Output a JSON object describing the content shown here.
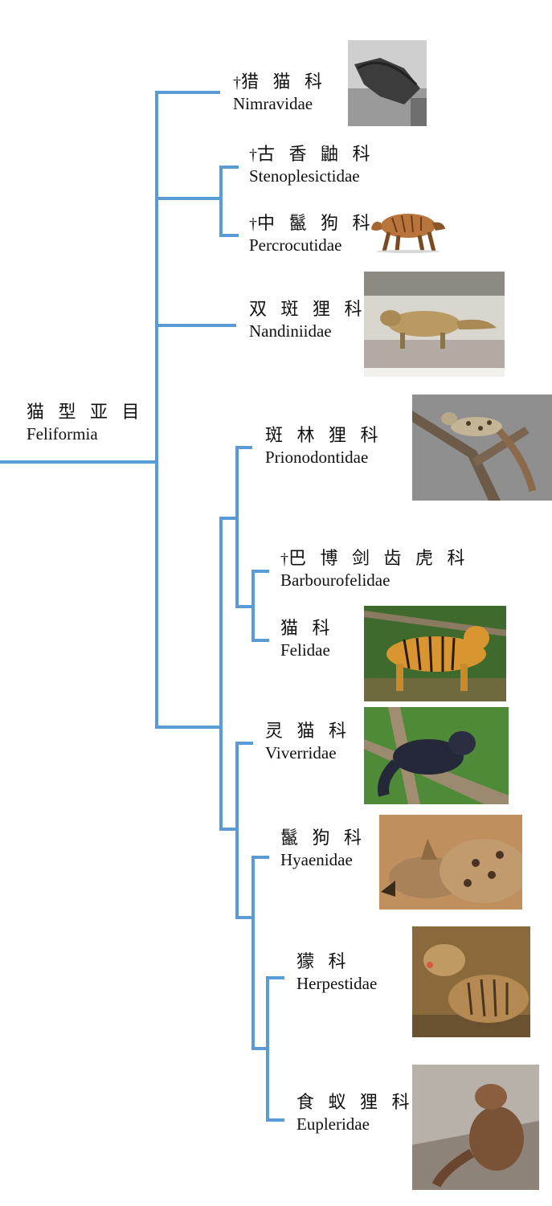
{
  "colors": {
    "branch": "#5b9bd5"
  },
  "root": {
    "zh": "猫 型 亚 目",
    "en": "Feliformia"
  },
  "taxa": [
    {
      "id": "nimravidae",
      "dagger": "†",
      "zh": "猎 猫 科",
      "en": "Nimravidae",
      "photo": "nimravid-skeleton-photo"
    },
    {
      "id": "stenoplesictidae",
      "dagger": "†",
      "zh": "古 香 鼬 科",
      "en": "Stenoplesictidae"
    },
    {
      "id": "percrocutidae",
      "dagger": "†",
      "zh": "中 鬣 狗 科",
      "en": "Percrocutidae",
      "photo": "percrocutid-illustration"
    },
    {
      "id": "nandiniidae",
      "dagger": "",
      "zh": "双 斑 狸 科",
      "en": "Nandiniidae",
      "photo": "african-palm-civet-photo"
    },
    {
      "id": "prionodontidae",
      "dagger": "",
      "zh": "斑 林 狸 科",
      "en": "Prionodontidae",
      "photo": "linsang-photo"
    },
    {
      "id": "barbourofelidae",
      "dagger": "†",
      "zh": "巴 博 剑 齿 虎 科",
      "en": "Barbourofelidae"
    },
    {
      "id": "felidae",
      "dagger": "",
      "zh": "猫 科",
      "en": "Felidae",
      "photo": "tiger-photo"
    },
    {
      "id": "viverridae",
      "dagger": "",
      "zh": "灵 猫 科",
      "en": "Viverridae",
      "photo": "binturong-photo"
    },
    {
      "id": "hyaenidae",
      "dagger": "",
      "zh": "鬣 狗 科",
      "en": "Hyaenidae",
      "photo": "hyena-photo"
    },
    {
      "id": "herpestidae",
      "dagger": "",
      "zh": "獴 科",
      "en": "Herpestidae",
      "photo": "mongoose-photo"
    },
    {
      "id": "eupleridae",
      "dagger": "",
      "zh": "食 蚁 狸 科",
      "en": "Eupleridae",
      "photo": "fossa-photo"
    }
  ]
}
